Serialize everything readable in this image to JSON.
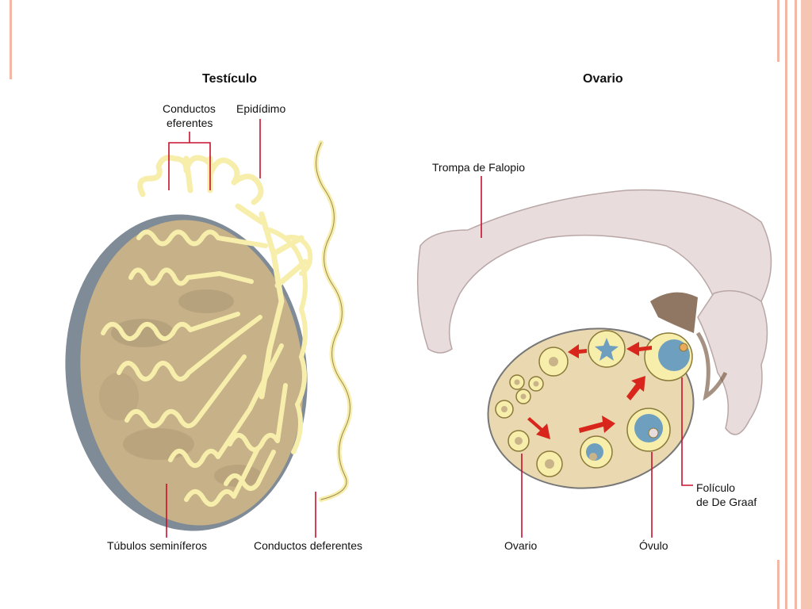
{
  "slide": {
    "frame_color": "#f3b8a5",
    "testicle": {
      "title": "Testículo",
      "labels": {
        "efferent_ducts": [
          "Conductos",
          "eferentes"
        ],
        "epididymis": "Epidídimo",
        "seminiferous_tubules": "Túbulos seminíferos",
        "vas_deferens": "Conductos deferentes"
      }
    },
    "ovary": {
      "title": "Ovario",
      "labels": {
        "fallopian_tube": "Trompa de Falopio",
        "ovary": "Ovario",
        "ovum": "Óvulo",
        "graafian_follicle": [
          "Folículo",
          "de De Graaf"
        ]
      }
    },
    "colors": {
      "leader_lines": "#c8102e",
      "tubules": "#f6eeaa",
      "testis_fill": "#c9b48a",
      "ovary_fill": "#ead9b0",
      "tube_fill": "#e9dcdc",
      "arrows": "#d9261c"
    }
  }
}
